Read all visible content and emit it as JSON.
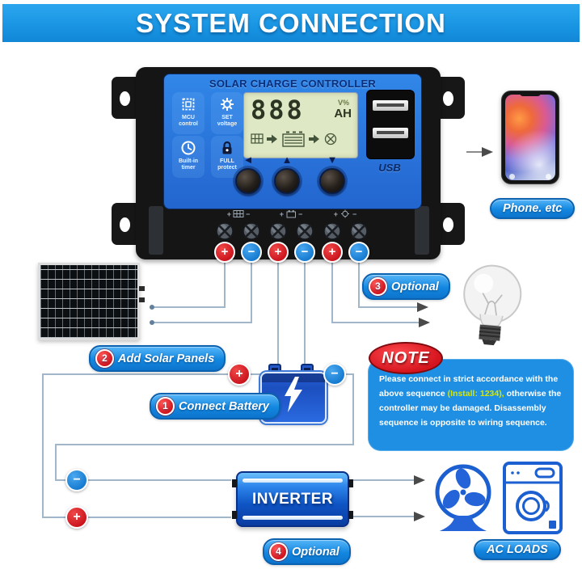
{
  "banner": {
    "title": "SYSTEM CONNECTION",
    "color": "#1b9be8"
  },
  "controller": {
    "title": "SOLAR CHARGE CONTROLLER",
    "feature_buttons": [
      {
        "icon": "mcu-chip-icon",
        "label": "MCU control"
      },
      {
        "icon": "gear-icon",
        "label": "SET voltage"
      },
      {
        "icon": "clock-icon",
        "label": "Built-in timer"
      },
      {
        "icon": "padlock-icon",
        "label": "FULL protect"
      }
    ],
    "lcd": {
      "digits": "888",
      "unit_top": "V%",
      "unit_bottom": "AH"
    },
    "nav_buttons": [
      {
        "symbol": "◄"
      },
      {
        "symbol": "▲"
      },
      {
        "symbol": "▼"
      }
    ],
    "usb": {
      "label": "USB",
      "ports": 2
    },
    "terminal_legend": [
      {
        "icon": "solar-panel-icon",
        "plus": "+",
        "minus": "−"
      },
      {
        "icon": "battery-icon",
        "plus": "+",
        "minus": "−"
      },
      {
        "icon": "lamp-icon",
        "plus": "+",
        "minus": "−"
      }
    ],
    "terminals": {
      "polarities": [
        "+",
        "−",
        "+",
        "−",
        "+",
        "−"
      ]
    }
  },
  "phone": {
    "label": "Phone. etc"
  },
  "steps": {
    "connect_battery": {
      "number": "1",
      "label": "Connect Battery"
    },
    "add_solar_panels": {
      "number": "2",
      "label": "Add Solar Panels"
    },
    "optional_dc_load": {
      "number": "3",
      "label": "Optional"
    },
    "optional_inverter": {
      "number": "4",
      "label": "Optional"
    }
  },
  "wire_markers": {
    "battery_plus": "+",
    "battery_minus": "−",
    "inverter_minus": "−",
    "inverter_plus": "+"
  },
  "note": {
    "title": "NOTE",
    "text_before": "Please connect in strict accordance with the above sequence ",
    "highlight": "(Install: 1234),",
    "text_after": " otherwise the controller may be damaged. Disassembly sequence is opposite to wiring sequence.",
    "highlight_color": "#d8e600",
    "box_color": "#1e8fe2"
  },
  "inverter": {
    "label": "INVERTER"
  },
  "ac_loads": {
    "label": "AC LOADS",
    "devices": [
      "fan",
      "washing-machine"
    ]
  },
  "colors": {
    "wire": "#a2b6ca",
    "positive": "#d6202a",
    "negative": "#1f8fe0",
    "pill_border": "#0b62b0",
    "controller_plate": "#2a72d8"
  }
}
